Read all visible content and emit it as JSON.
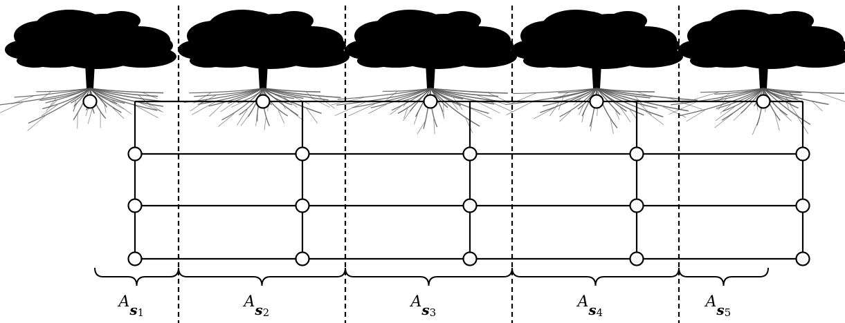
{
  "diagram": {
    "segments": [
      {
        "letter": "A",
        "sub_letter": "s",
        "index": "1"
      },
      {
        "letter": "A",
        "sub_letter": "s",
        "index": "2"
      },
      {
        "letter": "A",
        "sub_letter": "s",
        "index": "3"
      },
      {
        "letter": "A",
        "sub_letter": "s",
        "index": "4"
      },
      {
        "letter": "A",
        "sub_letter": "s",
        "index": "5"
      }
    ],
    "trees": 5,
    "grid_rows": 3,
    "grid_columns": 5,
    "colors": {
      "ink": "#000000",
      "node_fill": "#ffffff",
      "root": "#555555"
    }
  }
}
